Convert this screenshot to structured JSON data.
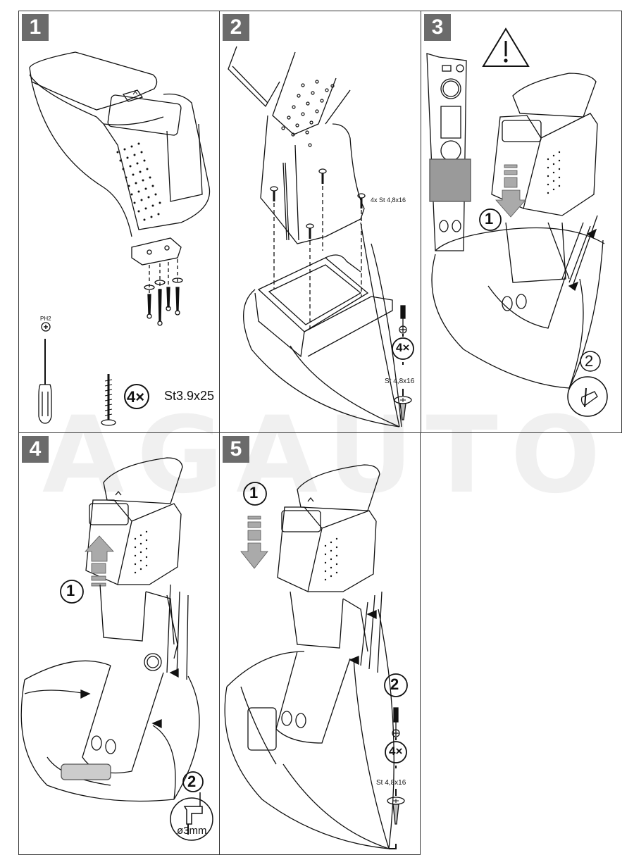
{
  "watermark": "AGAUTO",
  "steps": [
    {
      "number": "1",
      "tool_label": "PH2",
      "quantity_label": "4×",
      "screw_spec": "St3.9x25"
    },
    {
      "number": "2",
      "screw_callout": "4x St 4,8x16",
      "quantity_label": "4×",
      "screw_spec": "St 4,8x16"
    },
    {
      "number": "3",
      "warning_icon": "warning-triangle",
      "sub_steps": [
        "1",
        "2"
      ],
      "action_icon": "marking-pen-hand"
    },
    {
      "number": "4",
      "sub_steps": [
        "1",
        "2"
      ],
      "drill_spec": "ø3mm"
    },
    {
      "number": "5",
      "sub_steps": [
        "1",
        "2"
      ],
      "quantity_label": "4×",
      "screw_spec": "St 4,8x16"
    }
  ]
}
